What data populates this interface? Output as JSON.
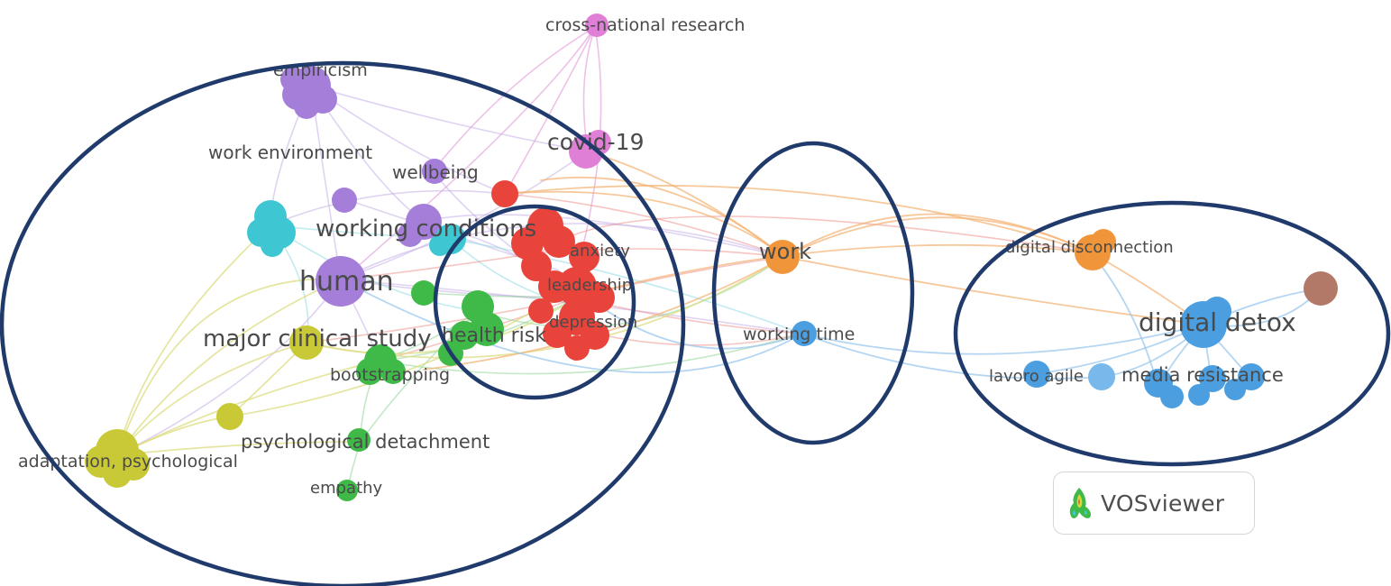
{
  "network": {
    "tool": "VOSviewer",
    "colors": {
      "purple": "#a07ad8",
      "cyan": "#3fc4d2",
      "red": "#e8453c",
      "green": "#3cba48",
      "yellow": "#c8c836",
      "pink": "#e07fd6",
      "orange": "#f0963a",
      "blue": "#4a9ee0",
      "brown": "#b07868",
      "highlight_ring": "#1f3a6b"
    },
    "clusters": {
      "purple": [
        "empiricism",
        "work environment",
        "wellbeing",
        "working conditions",
        "human"
      ],
      "cyan": [],
      "red": [
        "anxiety",
        "leadership",
        "depression"
      ],
      "green": [
        "health risk",
        "bootstrapping",
        "psychological detachment",
        "empathy"
      ],
      "yellow": [
        "major clinical study",
        "adaptation, psychological"
      ],
      "pink": [
        "cross-national research",
        "covid-19"
      ],
      "orange": [
        "work",
        "digital disconnection"
      ],
      "blue": [
        "working time",
        "digital detox",
        "lavoro agile",
        "media resistance"
      ],
      "brown": []
    },
    "labels": {
      "cross_national_research": "cross-national research",
      "empiricism": "empiricism",
      "covid19": "covid-19",
      "work_environment": "work environment",
      "wellbeing": "wellbeing",
      "working_conditions": "working conditions",
      "anxiety": "anxiety",
      "work": "work",
      "digital_disconnection": "digital disconnection",
      "human": "human",
      "leadership": "leadership",
      "digital_detox": "digital detox",
      "major_clinical_study": "major clinical study",
      "health_risk": "health risk",
      "depression": "depression",
      "working_time": "working time",
      "bootstrapping": "bootstrapping",
      "lavoro_agile": "lavoro agile",
      "media_resistance": "media resistance",
      "psychological_detachment": "psychological detachment",
      "adaptation_psychological": "adaptation, psychological",
      "empathy": "empathy"
    }
  },
  "logo": {
    "text": "VOSviewer"
  }
}
